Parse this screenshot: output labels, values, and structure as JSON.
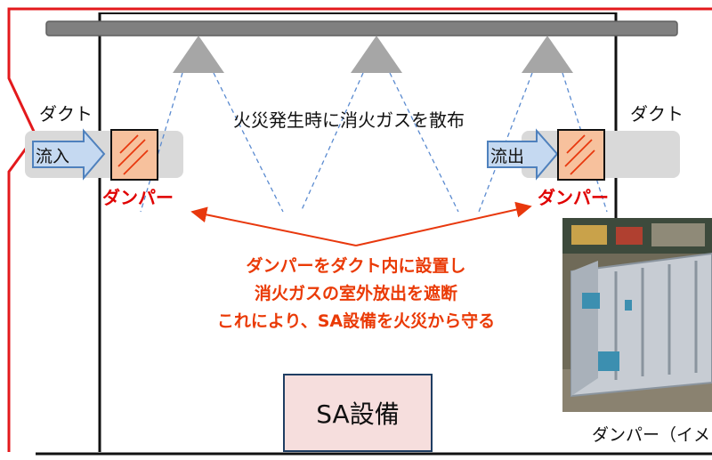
{
  "labels": {
    "duct_left": "ダクト",
    "duct_right": "ダクト",
    "inflow": "流入",
    "outflow": "流出",
    "damper_left": "ダンパー",
    "damper_right": "ダンパー",
    "spray_caption": "火災発生時に消火ガスを散布",
    "sa_equipment": "SA設備",
    "photo_caption": "ダンパー（イメ"
  },
  "explanation": {
    "line1": "ダンパーをダクト内に設置し",
    "line2": "消火ガスの室外放出を遮断",
    "line3": "これにより、SA設備を火災から守る"
  },
  "colors": {
    "frame_red": "#e3191c",
    "arrow_red": "#e8380d",
    "pipe_gray": "#7f7f7f",
    "nozzle_gray": "#a6a6a6",
    "duct_gray": "#d9d9d9",
    "flow_arrow_fill": "#c5d9f1",
    "flow_arrow_stroke": "#4f81bd",
    "damper_fill": "#f7c19d",
    "hatch_red": "#e8380d",
    "sa_fill": "#f6dedd",
    "sa_border": "#1f3e63",
    "damper_text": "#e00000"
  }
}
